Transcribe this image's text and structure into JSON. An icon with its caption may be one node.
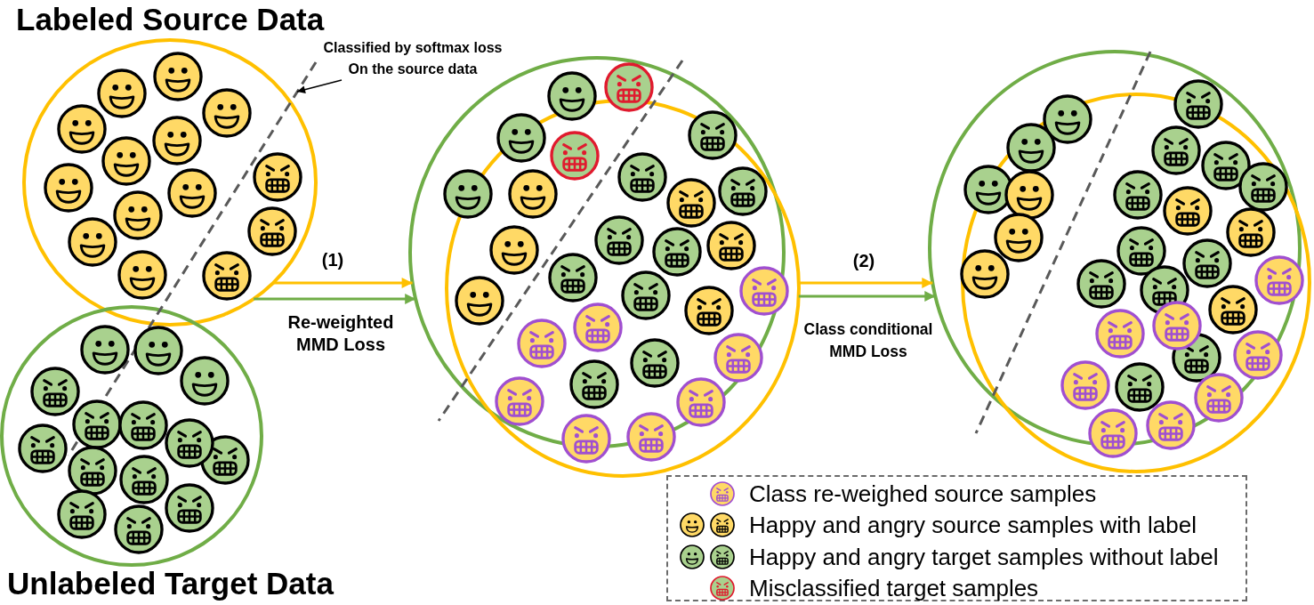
{
  "diagram": {
    "nodes": [
      {
        "text": [
          "Labeled Source Data"
        ]
      },
      {
        "text": [
          "Unlabeled Target Data"
        ]
      },
      {
        "text": [
          "Classified by softmax loss On the source data"
        ]
      },
      {
        "text": [],
        "shape": "circle"
      },
      {
        "text": [],
        "shape": "circle"
      },
      {
        "text": [],
        "shape": "circle"
      },
      {
        "text": [],
        "shape": "circle"
      }
    ],
    "edges": [
      {
        "from": 2,
        "to": null,
        "arrow": "to",
        "color": "#000000"
      },
      {
        "from": 0,
        "to": 3,
        "arrow": "to",
        "label": "(1)",
        "color": "#ffc000"
      },
      {
        "from": 0,
        "to": 3,
        "arrow": "to",
        "label": "Re-weighted MMD Loss",
        "color": "#70ad47"
      },
      {
        "from": 4,
        "to": 5,
        "arrow": "to",
        "label": "(2)",
        "color": "#ffc000"
      },
      {
        "from": 4,
        "to": 5,
        "arrow": "to",
        "label": "Class conditional MMD Loss",
        "color": "#70ad47"
      }
    ],
    "legend": [
      {
        "text": "Class re-weighed source samples"
      },
      {
        "text": "Happy and angry source samples with label"
      },
      {
        "text": "Happy and angry target samples without label"
      },
      {
        "text": "Misclassified target samples"
      }
    ]
  }
}
